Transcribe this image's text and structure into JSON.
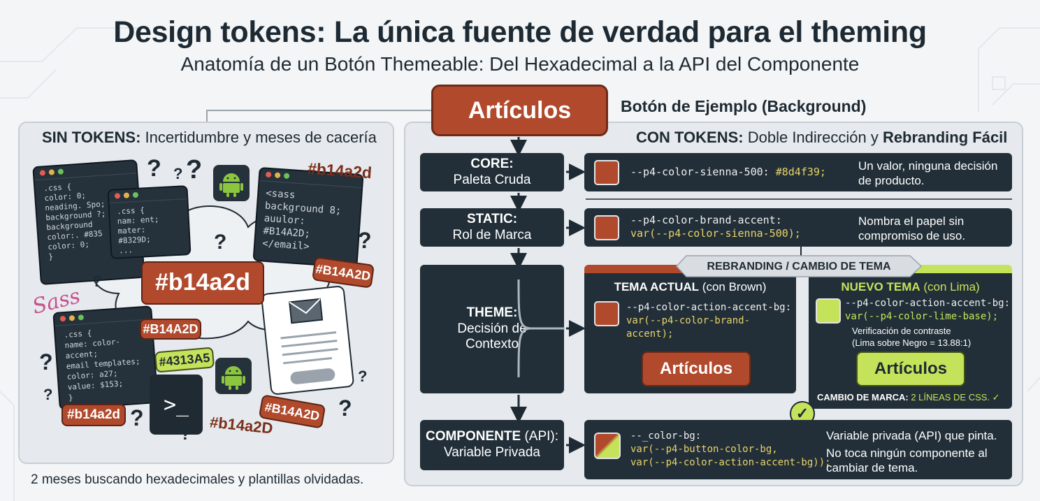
{
  "header": {
    "title": "Design tokens: La única fuente de verdad para el theming",
    "subtitle": "Anatomía de un Botón Themeable: Del Hexadecimal a la API del Componente"
  },
  "hero": {
    "button_label": "Artículos",
    "caption": "Botón de Ejemplo (Background)"
  },
  "left": {
    "heading_bold": "SIN TOKENS:",
    "heading_rest": " Incertidumbre y meses de cacería",
    "footer": "2 meses buscando hexadecimales y plantillas olvidadas.",
    "big_hex": "#b14a2d",
    "sass_logo": "Sass",
    "hex_chips": [
      "#b14a2d",
      "#B14A2D",
      "#B14A2D",
      "#4313A5",
      "#B14A2D",
      "#b14a2d",
      "#b14a2D"
    ],
    "snippet1": [
      ".css {",
      "  color: 0;",
      "  neading. Spo;",
      "  background ?;",
      "  background",
      "   color:. #835",
      "  color: 0;",
      "}"
    ],
    "snippet2": [
      ".css {",
      "  nam: ent;",
      "  mater: #8329D;",
      "  ..."
    ],
    "snippet3": [
      "<sass",
      "  background 8;",
      "  auulor: #B14A2D;",
      "</email>"
    ],
    "snippet4": [
      ".css {",
      "  name: color-accent;",
      "  email templates;",
      "  color: a27;",
      "  value: $153;",
      "}"
    ],
    "prompt": ">_",
    "question": "?"
  },
  "right": {
    "heading_bold1": "CON TOKENS:",
    "heading_mid": " Doble Indirección y ",
    "heading_bold2": "Rebranding Fácil",
    "steps": [
      {
        "bold": "CORE:",
        "rest": "",
        "line2": "Paleta Cruda"
      },
      {
        "bold": "STATIC:",
        "rest": "",
        "line2": "Rol de Marca"
      },
      {
        "bold": "THEME:",
        "rest": "",
        "line2": "Decisión de",
        "line3": "Contexto"
      },
      {
        "bold": "COMPONENTE",
        "rest": " (API):",
        "line2": "Variable Privada"
      }
    ],
    "core": {
      "code_prop": "--p4-color-sienna-500: ",
      "code_val": "#8d4f39;",
      "note": "Un valor, ninguna decisión de producto.",
      "swatch_color": "#b14a2d"
    },
    "static": {
      "line1": "--p4-color-brand-accent:",
      "line2": "var(--p4-color-sienna-500);",
      "note": "Nombra el papel sin compromiso de uso.",
      "swatch_color": "#b14a2d"
    },
    "rebrand_label": "REBRANDING / CAMBIO DE TEMA",
    "theme_current": {
      "title_bold": "TEMA ACTUAL",
      "title_rest": " (con Brown)",
      "line1": "--p4-color-action-accent-bg:",
      "line2": "var(--p4-color-brand-accent);",
      "button_label": "Artículos",
      "swatch_color": "#b14a2d"
    },
    "theme_new": {
      "title_bold": "NUEVO TEMA",
      "title_rest": " (con Lima)",
      "line1": "--p4-color-action-accent-bg:",
      "line2": "var(--p4-color-lime-base);",
      "check1": "Verificación de contraste",
      "check2": "(Lima sobre Negro = 13.88:1)",
      "button_label": "Artículos",
      "summary_bold": "CAMBIO DE MARCA:",
      "summary_rest": " 2 LÍNEAS DE CSS. ✓",
      "swatch_color": "#c5e35a"
    },
    "component": {
      "line1": "--_color-bg:",
      "line2": "var(--p4-button-color-bg,",
      "line3": "var(--p4-color-action-accent-bg));",
      "note1": "Variable privada (API) que pinta.",
      "note2": "No toca ningún componente al cambiar de tema."
    }
  },
  "colors": {
    "sienna": "#b14a2d",
    "lime": "#c5e35a",
    "dark": "#222f38"
  }
}
